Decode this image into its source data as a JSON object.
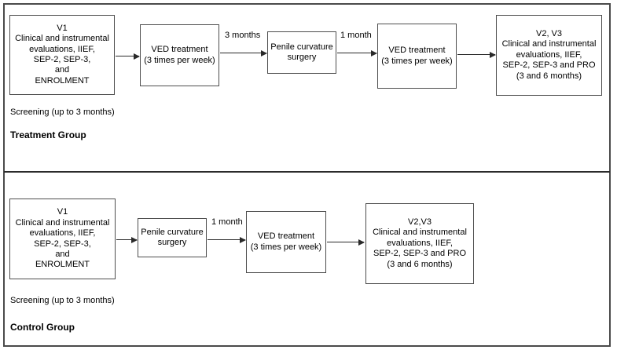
{
  "diagram": {
    "type": "clinical-trial-flowchart",
    "groups": [
      {
        "id": "treatment",
        "title": "Treatment Group",
        "screening_note": "Screening (up to 3 months)",
        "boxes": [
          {
            "id": "treatment-v1",
            "text": "V1\nClinical and instrumental\nevaluations, IIEF,\nSEP-2, SEP-3,\nand\nENROLMENT"
          },
          {
            "id": "treatment-ved-1",
            "text": "VED treatment\n(3 times per week)"
          },
          {
            "id": "treatment-surgery",
            "text": "Penile curvature\nsurgery"
          },
          {
            "id": "treatment-ved-2",
            "text": "VED treatment\n(3 times per week)"
          },
          {
            "id": "treatment-v2v3",
            "text": "V2, V3\nClinical and instrumental\nevaluations, IIEF,\nSEP-2, SEP-3 and PRO\n(3 and 6 months)"
          }
        ],
        "arrow_labels": [
          {
            "id": "treatment-arrow-1",
            "text": ""
          },
          {
            "id": "treatment-arrow-2",
            "text": "3 months"
          },
          {
            "id": "treatment-arrow-3",
            "text": "1 month"
          },
          {
            "id": "treatment-arrow-4",
            "text": ""
          }
        ]
      },
      {
        "id": "control",
        "title": "Control Group",
        "screening_note": "Screening (up to 3 months)",
        "boxes": [
          {
            "id": "control-v1",
            "text": "V1\nClinical and instrumental\nevaluations, IIEF,\nSEP-2, SEP-3,\nand\nENROLMENT"
          },
          {
            "id": "control-surgery",
            "text": "Penile curvature\nsurgery"
          },
          {
            "id": "control-ved",
            "text": "VED treatment\n(3 times per week)"
          },
          {
            "id": "control-v2v3",
            "text": "V2,V3\nClinical and instrumental\nevaluations, IIEF,\nSEP-2, SEP-3 and PRO\n(3 and 6 months)"
          }
        ],
        "arrow_labels": [
          {
            "id": "control-arrow-1",
            "text": ""
          },
          {
            "id": "control-arrow-2",
            "text": "1 month"
          },
          {
            "id": "control-arrow-3",
            "text": ""
          }
        ]
      }
    ],
    "colors": {
      "box_border": "#4d4d4d",
      "frame_border": "#4a4a4a",
      "arrow": "#2a2a2a",
      "text": "#000000",
      "background": "#ffffff"
    }
  }
}
